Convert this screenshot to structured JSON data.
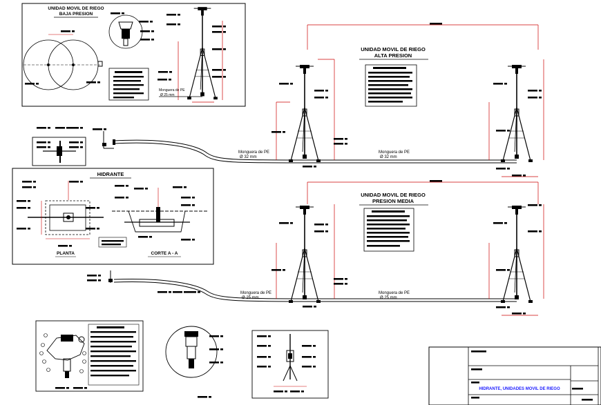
{
  "panels": {
    "baja": {
      "title_1": "UNIDAD MOVIL DE RIEGO",
      "title_2": "BAJA PRESION"
    },
    "hidrante": {
      "title": "HIDRANTE",
      "view_plan": "PLANTA",
      "view_section": "CORTE A - A"
    }
  },
  "units": {
    "alta": {
      "title_1": "UNIDAD MOVIL DE RIEGO",
      "title_2": "ALTA PRESION",
      "hose_label_1": "Monguera de PE",
      "hose_size_1": "Ø 32 mm",
      "hose_label_2": "Monguera de PE",
      "hose_size_2": "Ø 32 mm"
    },
    "media": {
      "title_1": "UNIDAD MOVIL DE RIEGO",
      "title_2": "PRESION MEDIA",
      "hose_label_1": "Monguera de PE",
      "hose_size_1": "Ø 25 mm",
      "hose_label_2": "Monguera de PE",
      "hose_size_2": "Ø 25 mm"
    }
  },
  "baja_hose": {
    "label": "Monguera de PE",
    "size": "Ø 25 mm"
  },
  "title_block": {
    "project_title": "HIDRANTE, UNIDADES MOVIL DE RIEGO"
  },
  "colors": {
    "line": "#000000",
    "dimension": "#cc0000",
    "title_text": "#1a1aff"
  }
}
